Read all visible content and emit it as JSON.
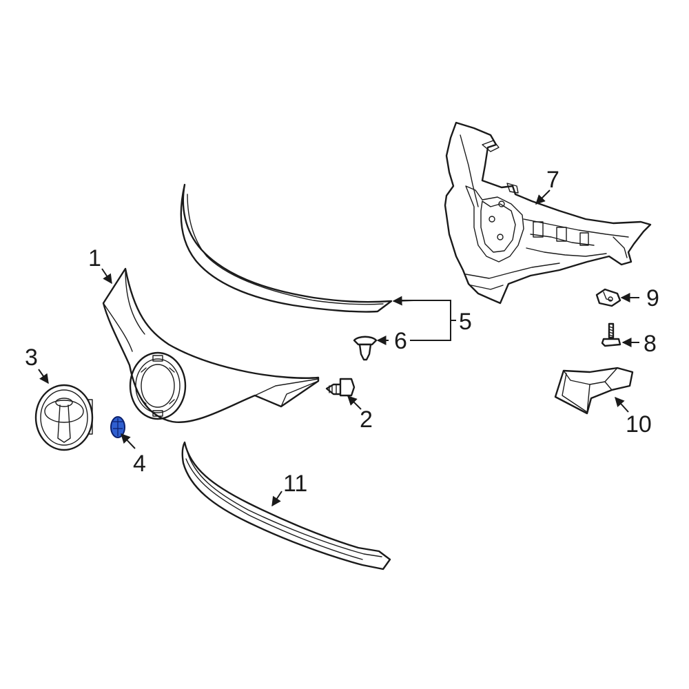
{
  "callouts": {
    "c1": "1",
    "c2": "2",
    "c3": "3",
    "c4": "4",
    "c5": "5",
    "c6": "6",
    "c7": "7",
    "c8": "8",
    "c9": "9",
    "c10": "10",
    "c11": "11"
  },
  "colors": {
    "line": "#1a1a1a",
    "highlight_fill": "#2f5fd0",
    "highlight_stroke": "#0b1f6b",
    "background": "#ffffff"
  }
}
